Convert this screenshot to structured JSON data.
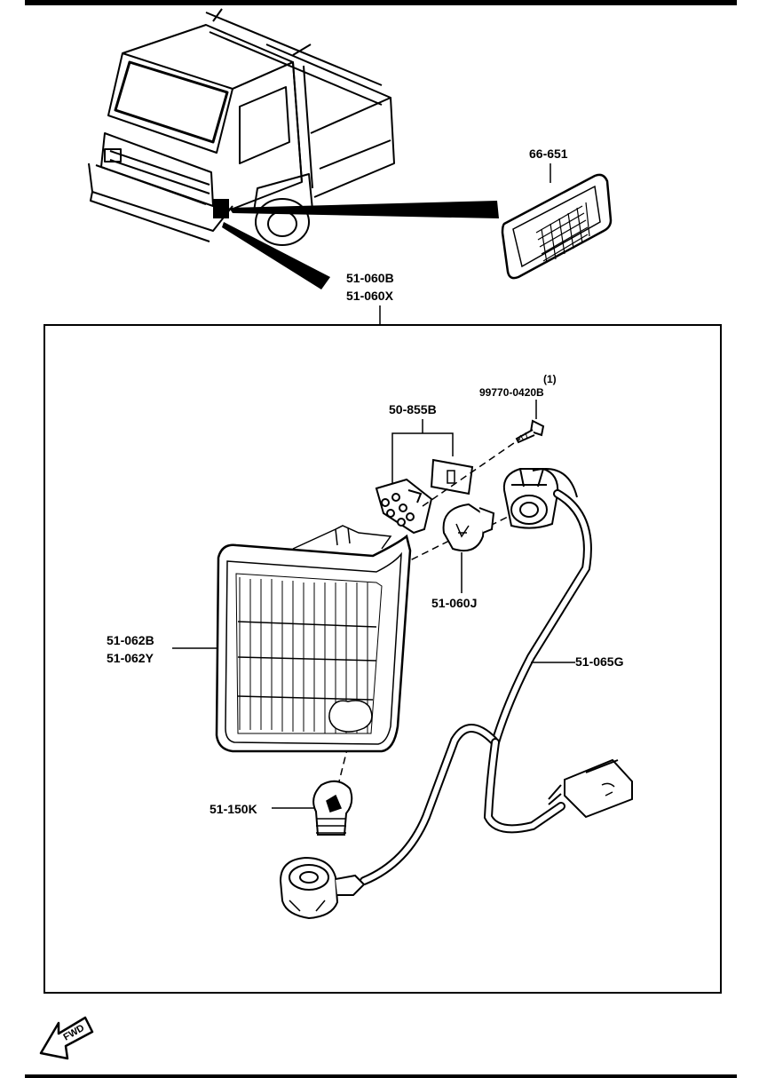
{
  "labels": {
    "side_marker": "66-651",
    "assembly_a": "51-060B",
    "assembly_b": "51-060X",
    "screw_qty": "(1)",
    "screw": "99770-0420B",
    "gasket": "50-855B",
    "bulb_upper": "51-060J",
    "lens_a": "51-062B",
    "lens_b": "51-062Y",
    "harness": "51-065G",
    "bulb_lower": "51-150K",
    "fwd": "FWD"
  },
  "icons": [
    "fwd-arrow-icon"
  ]
}
